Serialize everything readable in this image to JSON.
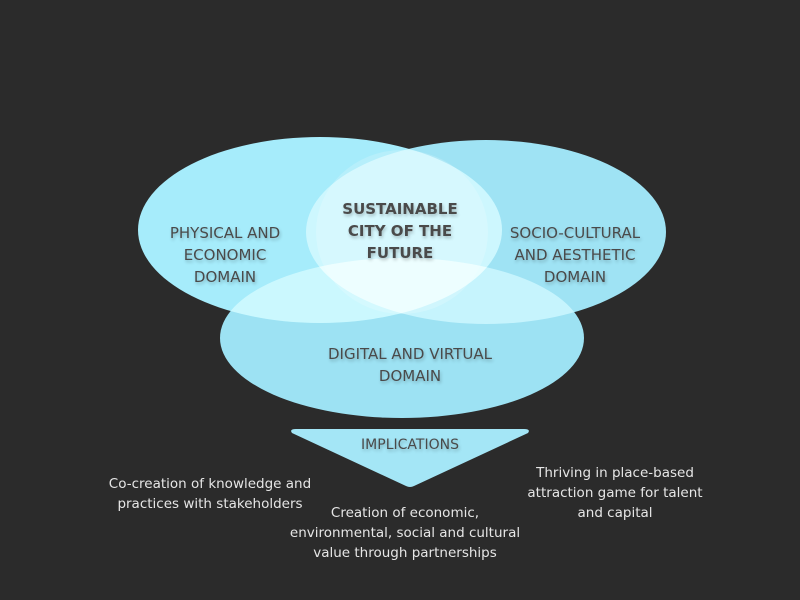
{
  "diagram": {
    "title": "Sustainable city of the future",
    "colors": {
      "background": "#2b2b2b",
      "circle_left": "#a6ecfb",
      "circle_right": "#9fe3f4",
      "circle_bottom": "#9de2f3",
      "center_highlight": "#e8fdff",
      "label_text": "#4a4a4a",
      "outcome_text": "#e6e6e6"
    },
    "domains": [
      {
        "id": "physical",
        "label": "PHYSICAL AND\nECONOMIC\nDOMAIN"
      },
      {
        "id": "socio",
        "label": "SOCIO-CULTURAL\nAND AESTHETIC\nDOMAIN"
      },
      {
        "id": "digital",
        "label": "DIGITAL AND VIRTUAL\nDOMAIN"
      }
    ],
    "center_label": "SUSTAINABLE\nCITY OF THE\nFUTURE",
    "implications_label": "IMPLICATIONS",
    "outcomes": [
      {
        "id": "co-creation",
        "text": "Co-creation of knowledge and\npractices with stakeholders"
      },
      {
        "id": "value-creation",
        "text": "Creation of economic,\nenvironmental, social and cultural\nvalue through partnerships"
      },
      {
        "id": "attraction",
        "text": "Thriving in place-based\nattraction game for talent\nand capital"
      }
    ]
  }
}
